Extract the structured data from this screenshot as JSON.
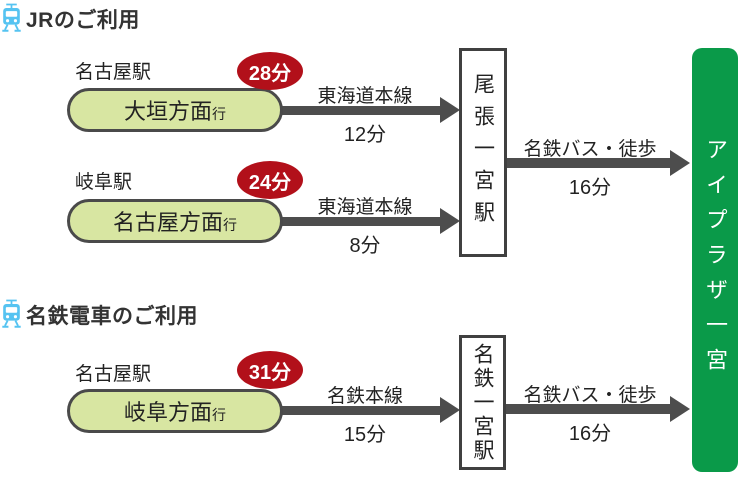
{
  "destination": "アイプラザ一宮",
  "colors": {
    "destination_green": "#0a9a49",
    "badge_red": "#b2101a",
    "pill_green": "#d8e6a2",
    "arrow_gray": "#4d4d4d",
    "train_icon_blue": "#55c3f1",
    "text_dark": "#222222"
  },
  "icons": {
    "section_icon": "train-icon"
  },
  "sections": [
    {
      "title": "JRのご利用",
      "transfer_station": "尾張一宮駅",
      "bus_leg": {
        "mode": "名鉄バス・徒歩",
        "time": "16分"
      },
      "routes": [
        {
          "origin": "名古屋駅",
          "total_time": "28分",
          "direction": "大垣方面",
          "direction_suffix": "行",
          "line": "東海道本線",
          "time": "12分"
        },
        {
          "origin": "岐阜駅",
          "total_time": "24分",
          "direction": "名古屋方面",
          "direction_suffix": "行",
          "line": "東海道本線",
          "time": "8分"
        }
      ]
    },
    {
      "title": "名鉄電車のご利用",
      "transfer_station": "名鉄一宮駅",
      "bus_leg": {
        "mode": "名鉄バス・徒歩",
        "time": "16分"
      },
      "routes": [
        {
          "origin": "名古屋駅",
          "total_time": "31分",
          "direction": "岐阜方面",
          "direction_suffix": "行",
          "line": "名鉄本線",
          "time": "15分"
        }
      ]
    }
  ]
}
